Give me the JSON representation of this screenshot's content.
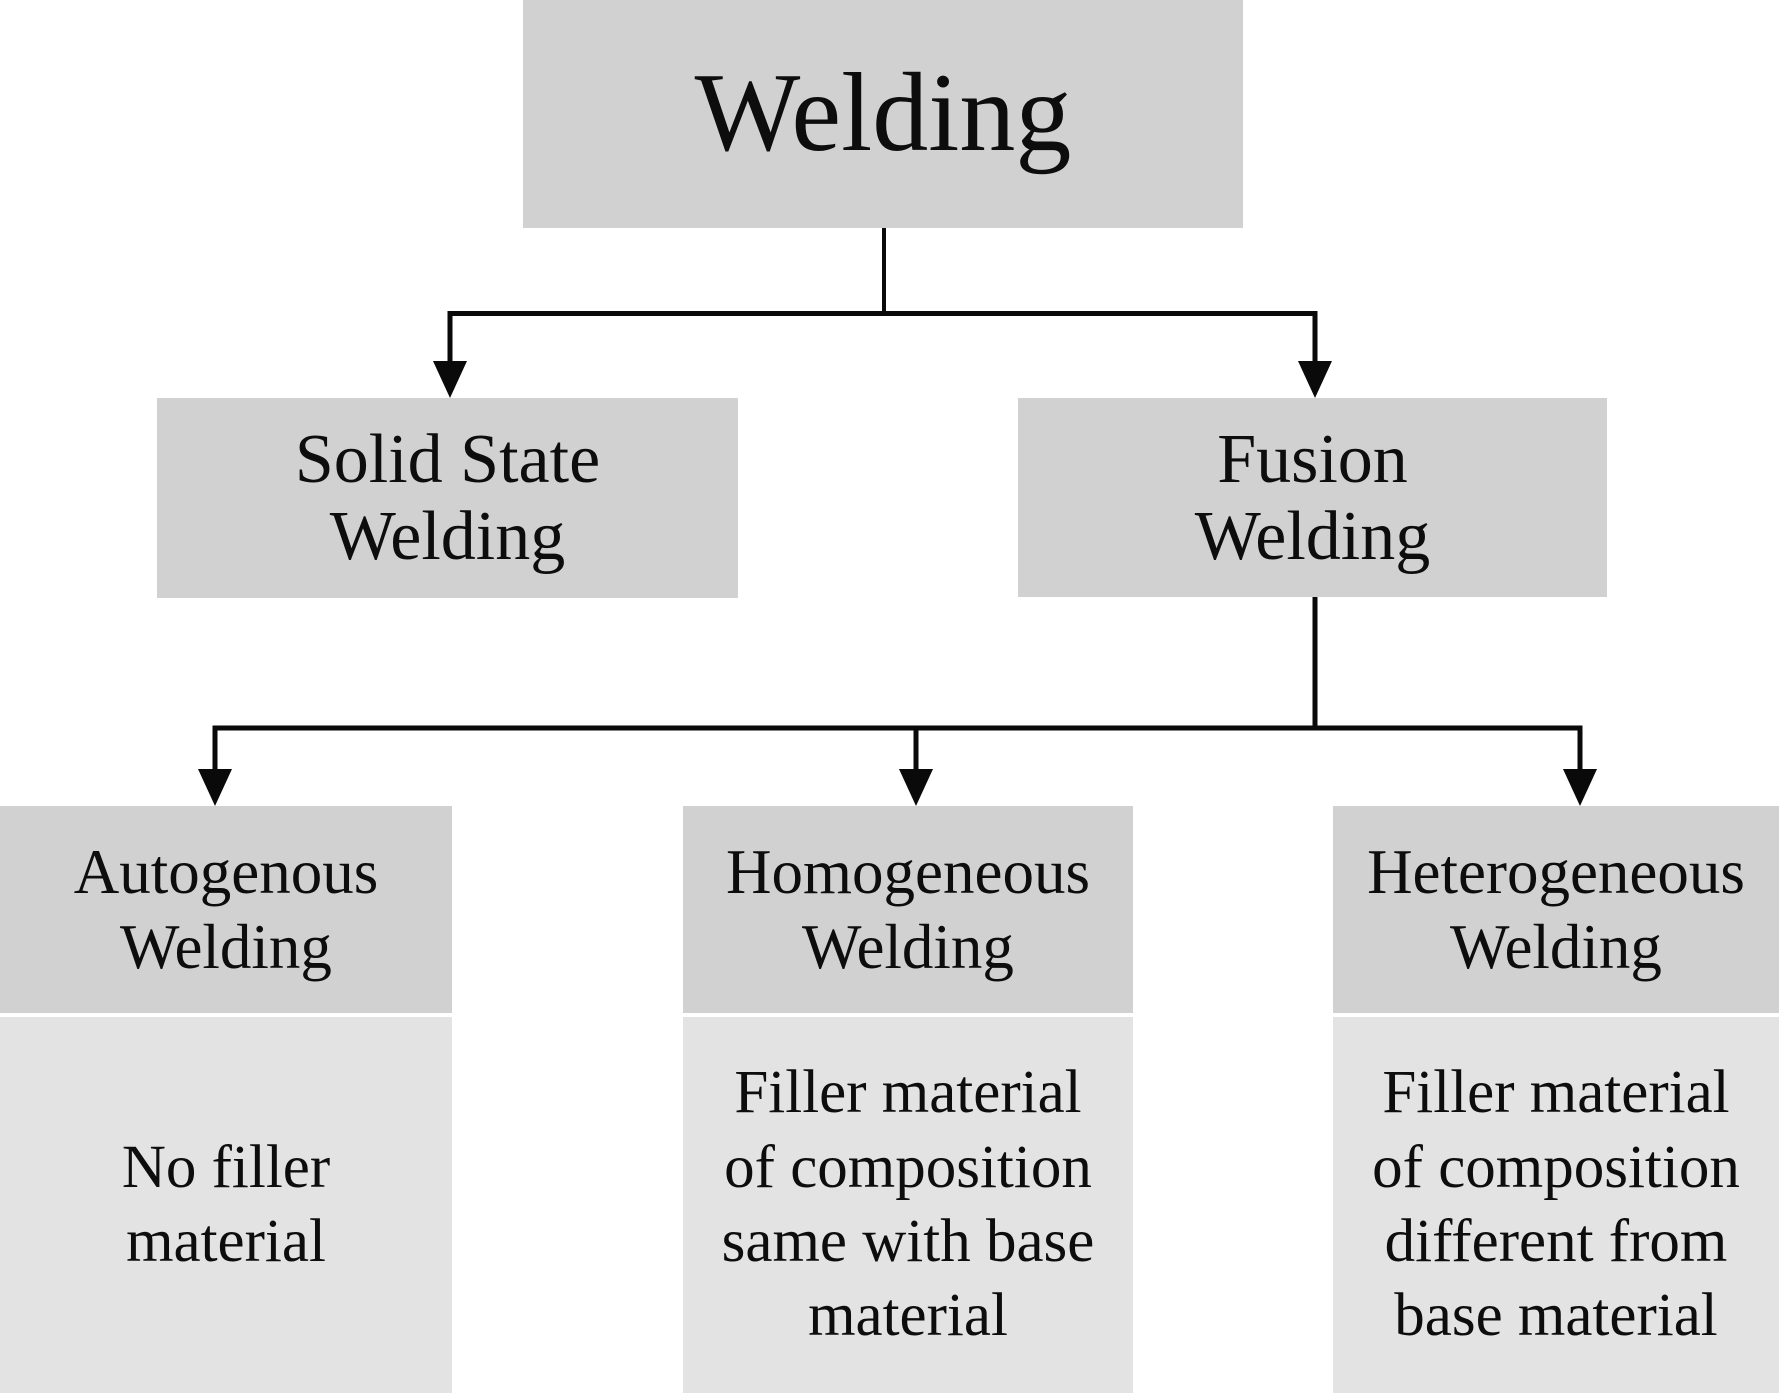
{
  "diagram": {
    "type": "tree-flowchart",
    "title": "Welding classification diagram",
    "colors": {
      "node_background": "#d1d1d1",
      "description_background": "#e3e3e3",
      "line_color": "#0a0a0a",
      "text_color": "#0d0d0d",
      "canvas_background": "#ffffff"
    },
    "root": {
      "label": "Welding"
    },
    "level1": {
      "solid_state": {
        "lines": [
          "Solid State",
          "Welding"
        ]
      },
      "fusion": {
        "lines": [
          "Fusion",
          "Welding"
        ]
      }
    },
    "level2": {
      "autogenous": {
        "title_lines": [
          "Autogenous",
          "Welding"
        ],
        "desc_lines": [
          "No filler",
          "material"
        ]
      },
      "homogeneous": {
        "title_lines": [
          "Homogeneous",
          "Welding"
        ],
        "desc_lines": [
          "Filler material",
          "of composition",
          "same with base",
          "material"
        ]
      },
      "heterogeneous": {
        "title_lines": [
          "Heterogeneous",
          "Welding"
        ],
        "desc_lines": [
          "Filler material",
          "of composition",
          "different from",
          "base material"
        ]
      }
    }
  }
}
